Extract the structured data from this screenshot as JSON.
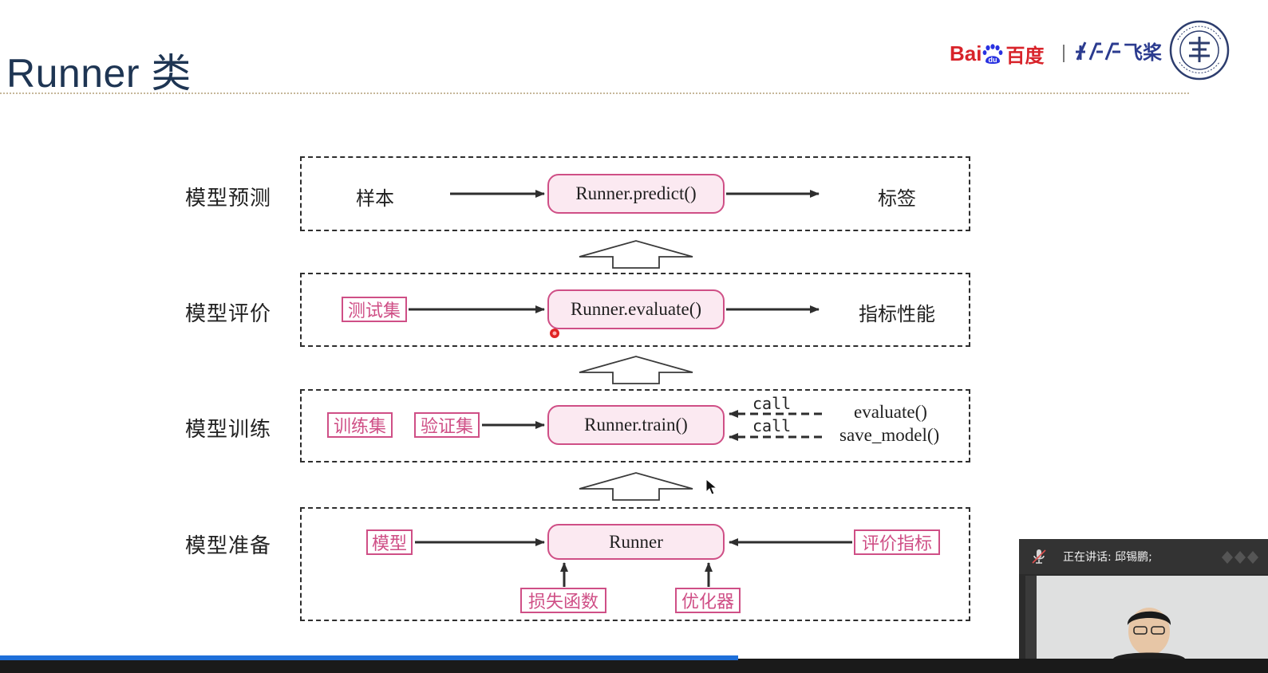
{
  "slide": {
    "title": "Runner 类"
  },
  "logos": {
    "baidu_prefix": "Bai",
    "baidu_paw_text": "du",
    "baidu_cn": "百度",
    "paddle_text": "飞桨"
  },
  "stages": {
    "predict": {
      "label": "模型预测",
      "input": "样本",
      "method": "Runner.predict()",
      "output": "标签"
    },
    "evaluate": {
      "label": "模型评价",
      "input": "测试集",
      "method": "Runner.evaluate()",
      "output": "指标性能"
    },
    "train": {
      "label": "模型训练",
      "input1": "训练集",
      "input2": "验证集",
      "method": "Runner.train()",
      "call1": "call",
      "call2": "call",
      "target1": "evaluate()",
      "target2": "save_model()"
    },
    "prepare": {
      "label": "模型准备",
      "model": "模型",
      "method": "Runner",
      "metric": "评价指标",
      "loss": "损失函数",
      "optimizer": "优化器"
    }
  },
  "colors": {
    "accent": "#cf4f86",
    "pill_fill": "#fbe9f1",
    "title": "#1e3553",
    "baidu_red": "#d8232a",
    "paddle_blue": "#2b3b8f"
  },
  "speaker": {
    "status": "正在讲话: 邱锡鹏;"
  }
}
